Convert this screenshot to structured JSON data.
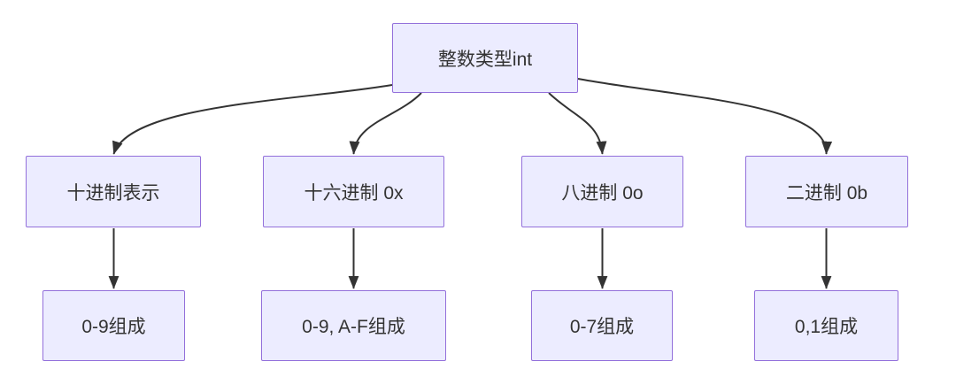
{
  "diagram": {
    "type": "flowchart",
    "direction": "top-down",
    "nodes": {
      "root": {
        "label": "整数类型int"
      },
      "decimal": {
        "label": "十进制表示"
      },
      "hex": {
        "label": "十六进制 0x"
      },
      "octal": {
        "label": "八进制 0o"
      },
      "binary": {
        "label": "二进制 0b"
      },
      "decimal_chars": {
        "label": "0-9组成"
      },
      "hex_chars": {
        "label": "0-9, A-F组成"
      },
      "octal_chars": {
        "label": "0-7组成"
      },
      "binary_chars": {
        "label": "0,1组成"
      }
    },
    "edges": [
      {
        "from": "整数类型int",
        "to": "十进制表示"
      },
      {
        "from": "整数类型int",
        "to": "十六进制 0x"
      },
      {
        "from": "整数类型int",
        "to": "八进制 0o"
      },
      {
        "from": "整数类型int",
        "to": "二进制 0b"
      },
      {
        "from": "十进制表示",
        "to": "0-9组成"
      },
      {
        "from": "十六进制 0x",
        "to": "0-9, A-F组成"
      },
      {
        "from": "八进制 0o",
        "to": "0-7组成"
      },
      {
        "from": "二进制 0b",
        "to": "0,1组成"
      }
    ],
    "colors": {
      "background": "#ffffff",
      "node_fill": "#ECECFF",
      "node_border": "#9370DB",
      "edge_stroke": "#333333",
      "text": "#333333"
    }
  }
}
